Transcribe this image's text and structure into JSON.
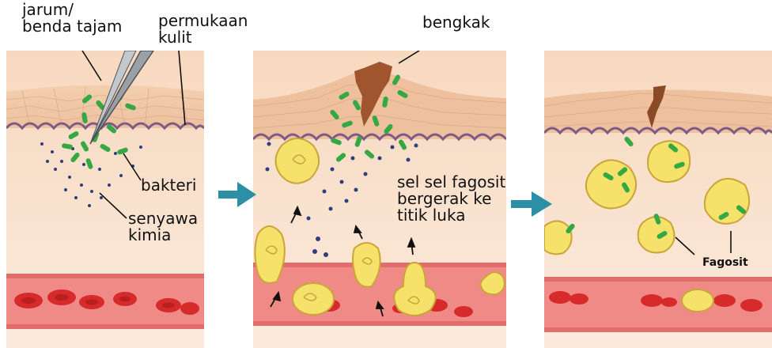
{
  "labels": {
    "needle": "jarum/\nbenda tajam",
    "skin_surface": "permukaan\nkulit",
    "bacteria": "bakteri",
    "chemicals": "senyawa\nkimia",
    "swelling": "bengkak",
    "phagocytes_moving": "sel sel fagosit\nbergerak ke\ntitik luka",
    "phagocyte": "Fagosit"
  },
  "colors": {
    "skin_top": "#f0c5a0",
    "skin_mid": "#f7dfc8",
    "skin_line": "#7e5a86",
    "tissue": "#f8e0cc",
    "bacteria": "#35a843",
    "chemical_dots": "#2f3d7d",
    "phagocyte": "#f6e16a",
    "phagocyte_edge": "#c9a53a",
    "blood_cell": "#d72b2b",
    "vessel": "#ef8a86",
    "wound": "#a0552e",
    "arrow": "#2b8fa5"
  },
  "icons": {
    "transition_arrow": "teal-right-arrow"
  }
}
